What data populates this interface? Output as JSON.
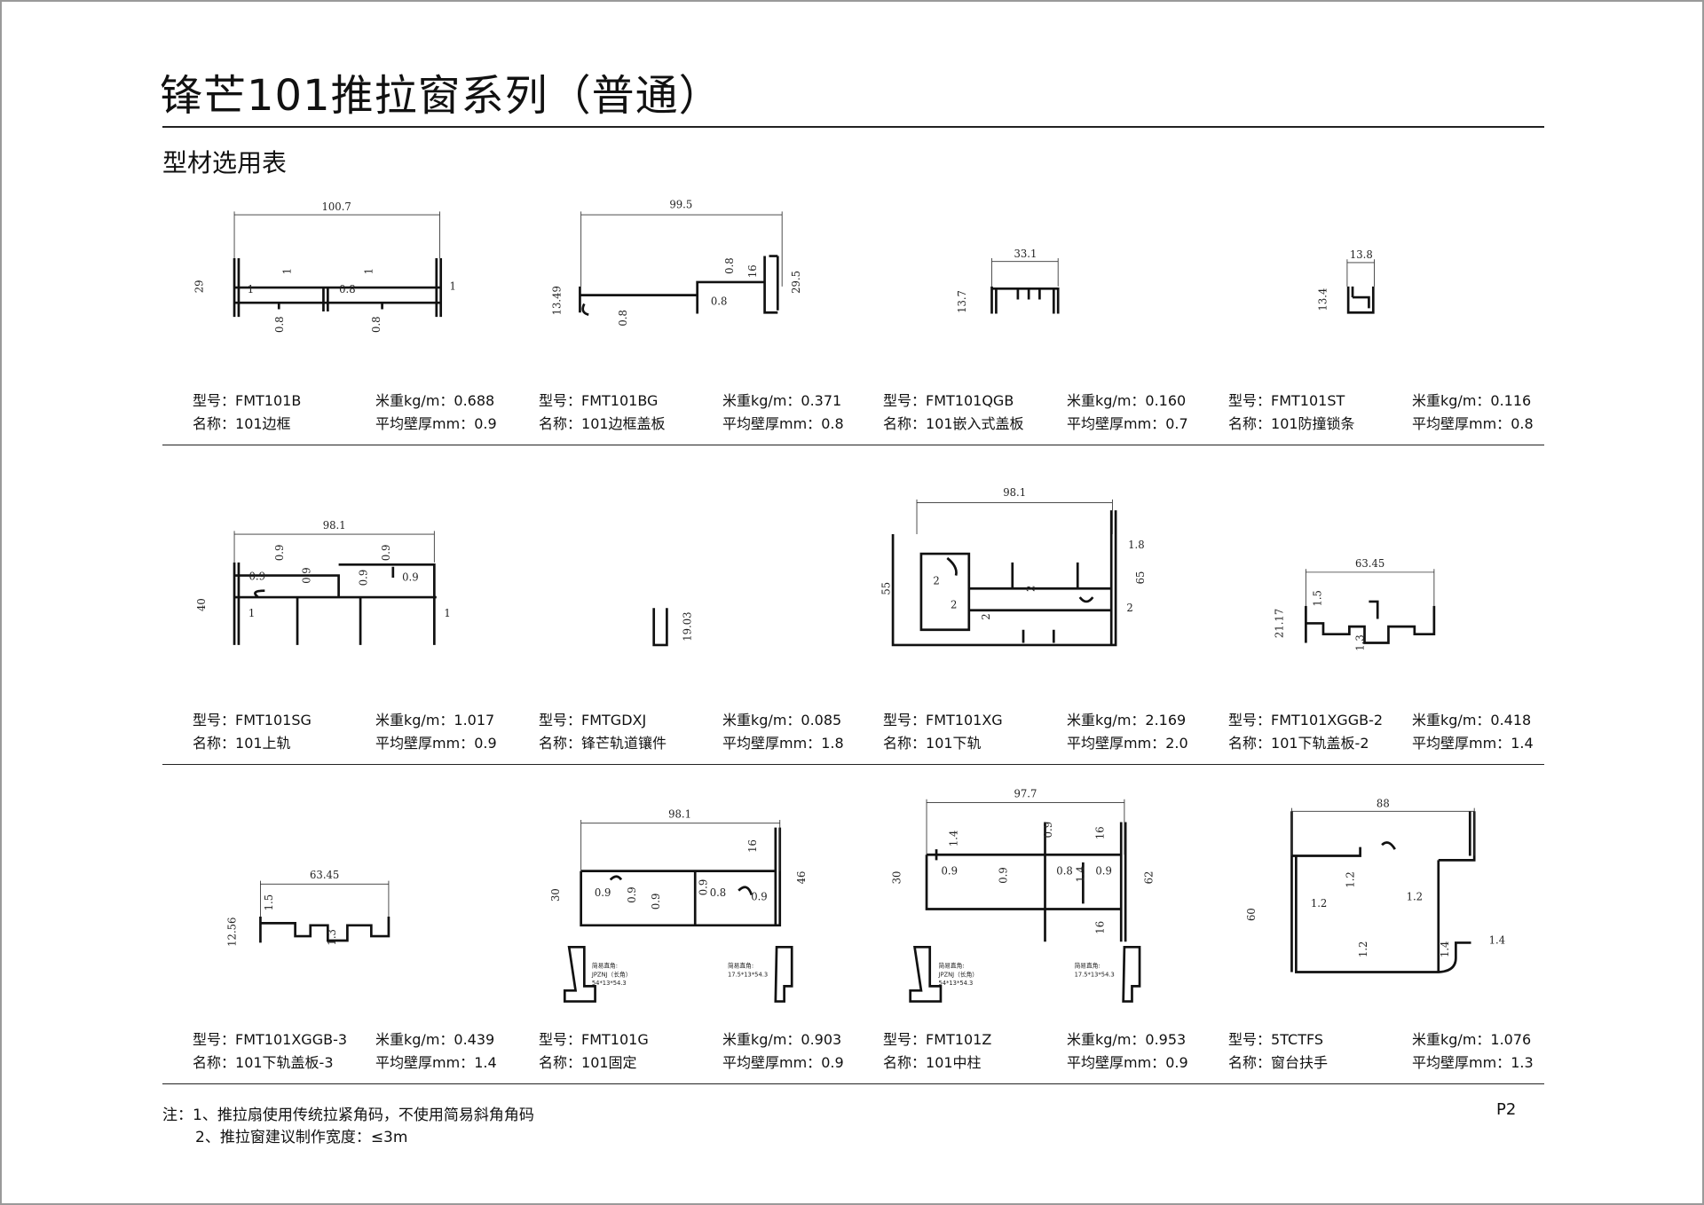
{
  "title": "锋芒101推拉窗系列（普通）",
  "subtitle": "型材选用表",
  "labels": {
    "model": "型号：",
    "name": "名称：",
    "weight": "米重kg/m：",
    "thickness": "平均壁厚mm："
  },
  "items": [
    {
      "model": "FMT101B",
      "name": "101边框",
      "weight": "0.688",
      "thickness": "0.9",
      "dims": [
        "100.7",
        "29",
        "1",
        "1",
        "0.8",
        "1",
        "1",
        "0.8",
        "0.8"
      ]
    },
    {
      "model": "FMT101BG",
      "name": "101边框盖板",
      "weight": "0.371",
      "thickness": "0.8",
      "dims": [
        "99.5",
        "13.49",
        "0.8",
        "0.8",
        "0.8",
        "16",
        "29.5"
      ]
    },
    {
      "model": "FMT101QGB",
      "name": "101嵌入式盖板",
      "weight": "0.160",
      "thickness": "0.7",
      "dims": [
        "33.1",
        "13.7"
      ]
    },
    {
      "model": "FMT101ST",
      "name": "101防撞锁条",
      "weight": "0.116",
      "thickness": "0.8",
      "dims": [
        "13.8",
        "13.4"
      ]
    },
    {
      "model": "FMT101SG",
      "name": "101上轨",
      "weight": "1.017",
      "thickness": "0.9",
      "dims": [
        "98.1",
        "40",
        "0.9",
        "0.9",
        "0.9",
        "0.9",
        "0.9",
        "0.9",
        "1",
        "1"
      ]
    },
    {
      "model": "FMTGDXJ",
      "name": "锋芒轨道镶件",
      "weight": "0.085",
      "thickness": "1.8",
      "dims": [
        "19.03"
      ]
    },
    {
      "model": "FMT101XG",
      "name": "101下轨",
      "weight": "2.169",
      "thickness": "2.0",
      "dims": [
        "98.1",
        "55",
        "65",
        "1.8",
        "2",
        "2",
        "2",
        "2",
        "2"
      ]
    },
    {
      "model": "FMT101XGGB-2",
      "name": "101下轨盖板-2",
      "weight": "0.418",
      "thickness": "1.4",
      "dims": [
        "63.45",
        "21.17",
        "1.5",
        "1.3"
      ]
    },
    {
      "model": "FMT101XGGB-3",
      "name": "101下轨盖板-3",
      "weight": "0.439",
      "thickness": "1.4",
      "dims": [
        "63.45",
        "12.56",
        "1.5",
        "1.3"
      ]
    },
    {
      "model": "FMT101G",
      "name": "101固定",
      "weight": "0.903",
      "thickness": "0.9",
      "dims": [
        "98.1",
        "30",
        "46",
        "16",
        "0.9",
        "0.9",
        "0.9",
        "0.9",
        "0.8",
        "0.9"
      ],
      "corner_notes": [
        "简易直角:",
        "JPZNJ（长角）",
        "54*13*54.3",
        "简易直角:",
        "17.5*13*54.3"
      ]
    },
    {
      "model": "FMT101Z",
      "name": "101中柱",
      "weight": "0.953",
      "thickness": "0.9",
      "dims": [
        "97.7",
        "30",
        "62",
        "1.4",
        "0.9",
        "0.9",
        "0.9",
        "0.8",
        "1.4",
        "0.9",
        "16",
        "16"
      ],
      "corner_notes": [
        "简易直角:",
        "JPZNJ（长角）",
        "54*13*54.3",
        "简易直角:",
        "17.5*13*54.3"
      ]
    },
    {
      "model": "5TCTFS",
      "name": "窗台扶手",
      "weight": "1.076",
      "thickness": "1.3",
      "dims": [
        "88",
        "60",
        "1.2",
        "1.2",
        "1.2",
        "1.2",
        "1.4",
        "1.4"
      ]
    }
  ],
  "notes": [
    "注：1、推拉扇使用传统拉紧角码，不使用简易斜角角码",
    "2、推拉窗建议制作宽度：≤3m"
  ],
  "page_number": "P2"
}
